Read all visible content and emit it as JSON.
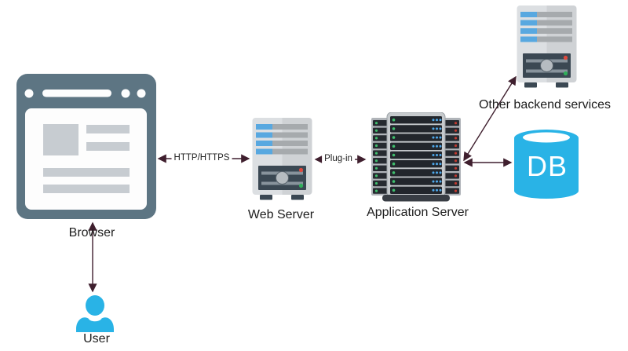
{
  "diagram": {
    "nodes": {
      "browser": {
        "label": "Browser",
        "icon": "browser-window-icon"
      },
      "user": {
        "label": "User",
        "icon": "person-icon"
      },
      "web_server": {
        "label": "Web Server",
        "icon": "tower-server-icon"
      },
      "app_server": {
        "label": "Application Server",
        "icon": "server-rack-icon"
      },
      "backend_services": {
        "label": "Other backend services",
        "icon": "tower-server-icon"
      },
      "db": {
        "label": "DB",
        "icon": "database-cylinder-icon"
      }
    },
    "edges": {
      "browser_user": {
        "from": "Browser",
        "to": "User",
        "label": "",
        "bidirectional": true
      },
      "browser_webserver": {
        "from": "Browser",
        "to": "Web Server",
        "label": "HTTP/HTTPS",
        "bidirectional": true
      },
      "webserver_appserver": {
        "from": "Web Server",
        "to": "Application Server",
        "label": "Plug-in",
        "bidirectional": true
      },
      "appserver_backend": {
        "from": "Application Server",
        "to": "Other backend services",
        "label": "",
        "bidirectional": true
      },
      "appserver_db": {
        "from": "Application Server",
        "to": "DB",
        "label": "",
        "bidirectional": true
      }
    },
    "colors": {
      "arrow": "#3f1f2e",
      "slate_frame": "#5d7583",
      "browser_blocks": "#c7ccd1",
      "cyan_accent": "#29b3e6",
      "server_slot_blue": "#58a8e0",
      "server_panel_dark": "#3b4853",
      "led_red": "#df4a3e",
      "led_green": "#2fae59",
      "blade_dark": "#22262c",
      "label_text": "#1d1d1d"
    }
  }
}
